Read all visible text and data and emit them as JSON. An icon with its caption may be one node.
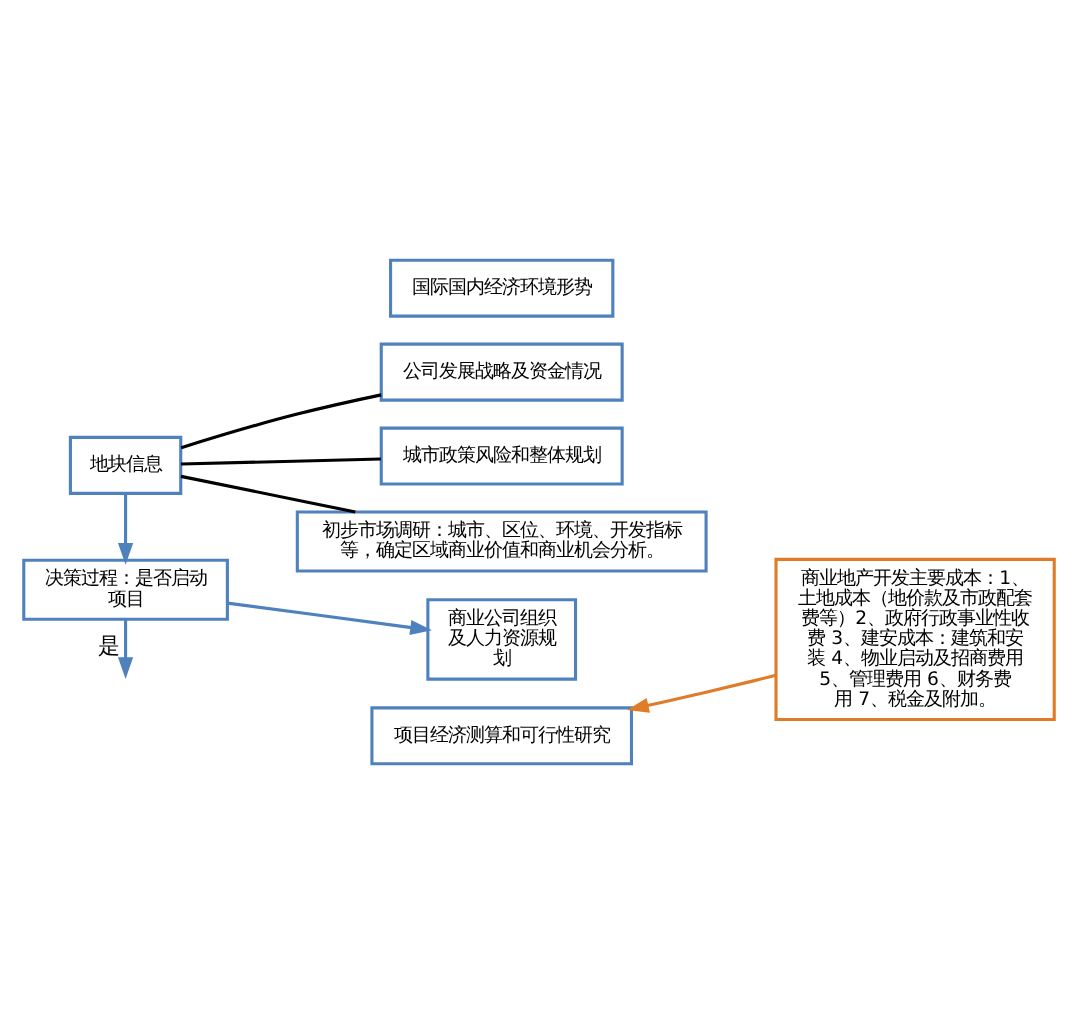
{
  "diagram": {
    "nodes": [
      {
        "text": [
          "地块信息"
        ]
      },
      {
        "text": [
          "国际国内经济环境形势"
        ]
      },
      {
        "text": [
          "公司发展战略及资金情况"
        ]
      },
      {
        "text": [
          "城市政策风险和整体规划"
        ]
      },
      {
        "text": [
          "初步市场调研：城市、区位、环境、开发指标等，确定区域商业价值和商业机会分析。"
        ]
      },
      {
        "text": [
          "项目经济测算和可行性研究"
        ]
      },
      {
        "text": [
          "决策过程：是否启动项目"
        ]
      },
      {
        "text": [
          "商业公司组织及人力资源规划"
        ]
      },
      {
        "text": [
          "商业地产开发主要成本：1、土地成本（地价款及市政配套费等）2、政府行政事业性收费 3、建安成本：建筑和安装 4、物业启动及招商费用 5、管理费用 6、财务费用 7、税金及附加。"
        ]
      }
    ],
    "edges": [
      {
        "from": 0,
        "to": 2,
        "arrow": "none",
        "color": "#000000"
      },
      {
        "from": 0,
        "to": 3,
        "arrow": "none",
        "color": "#000000"
      },
      {
        "from": 0,
        "to": 4,
        "arrow": "none",
        "color": "#000000"
      },
      {
        "from": 0,
        "to": 6,
        "arrow": "to",
        "color": "#4f81bd"
      },
      {
        "from": 6,
        "to": 7,
        "arrow": "to",
        "color": "#4f81bd"
      },
      {
        "from": 6,
        "to": null,
        "arrow": "to",
        "label": "是",
        "color": "#4f81bd"
      },
      {
        "from": 8,
        "to": 5,
        "arrow": "to",
        "color": "#e07b27"
      }
    ]
  }
}
